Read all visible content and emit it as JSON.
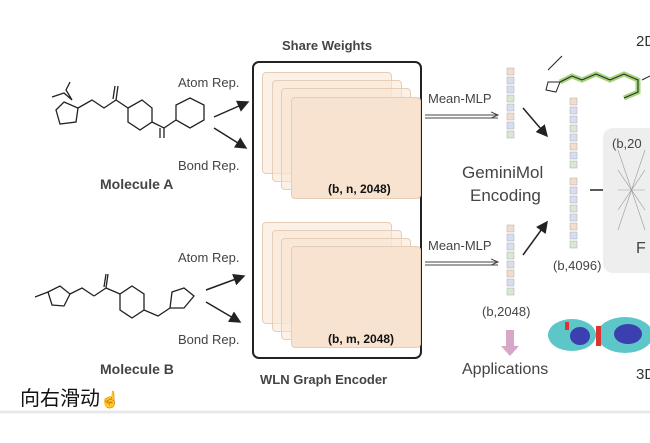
{
  "diagram": {
    "share_weights": "Share Weights",
    "encoder_label": "WLN Graph Encoder",
    "molecule_a": {
      "label": "Molecule A",
      "atom_rep": "Atom Rep.",
      "bond_rep": "Bond Rep.",
      "shape": "(b, n, 2048)"
    },
    "molecule_b": {
      "label": "Molecule B",
      "atom_rep": "Atom Rep.",
      "bond_rep": "Bond Rep.",
      "shape": "(b, m, 2048)"
    },
    "mean_mlp_top": "Mean-MLP",
    "mean_mlp_bottom": "Mean-MLP",
    "vector_shape": "(b,2048)",
    "encoding_line1": "GeminiMol",
    "encoding_line2": "Encoding",
    "concat_shape": "(b,4096)",
    "applications": "Applications",
    "right_panel_shape": "(b,20",
    "right_panel_letter": "F",
    "label_2d": "2D",
    "label_3d": "3D"
  },
  "swipe_hint": "向右滑动",
  "colors": {
    "accent_green": "#7cc242",
    "arrow_pink": "#d7a6c8",
    "card_fill": "#fae6d4"
  }
}
